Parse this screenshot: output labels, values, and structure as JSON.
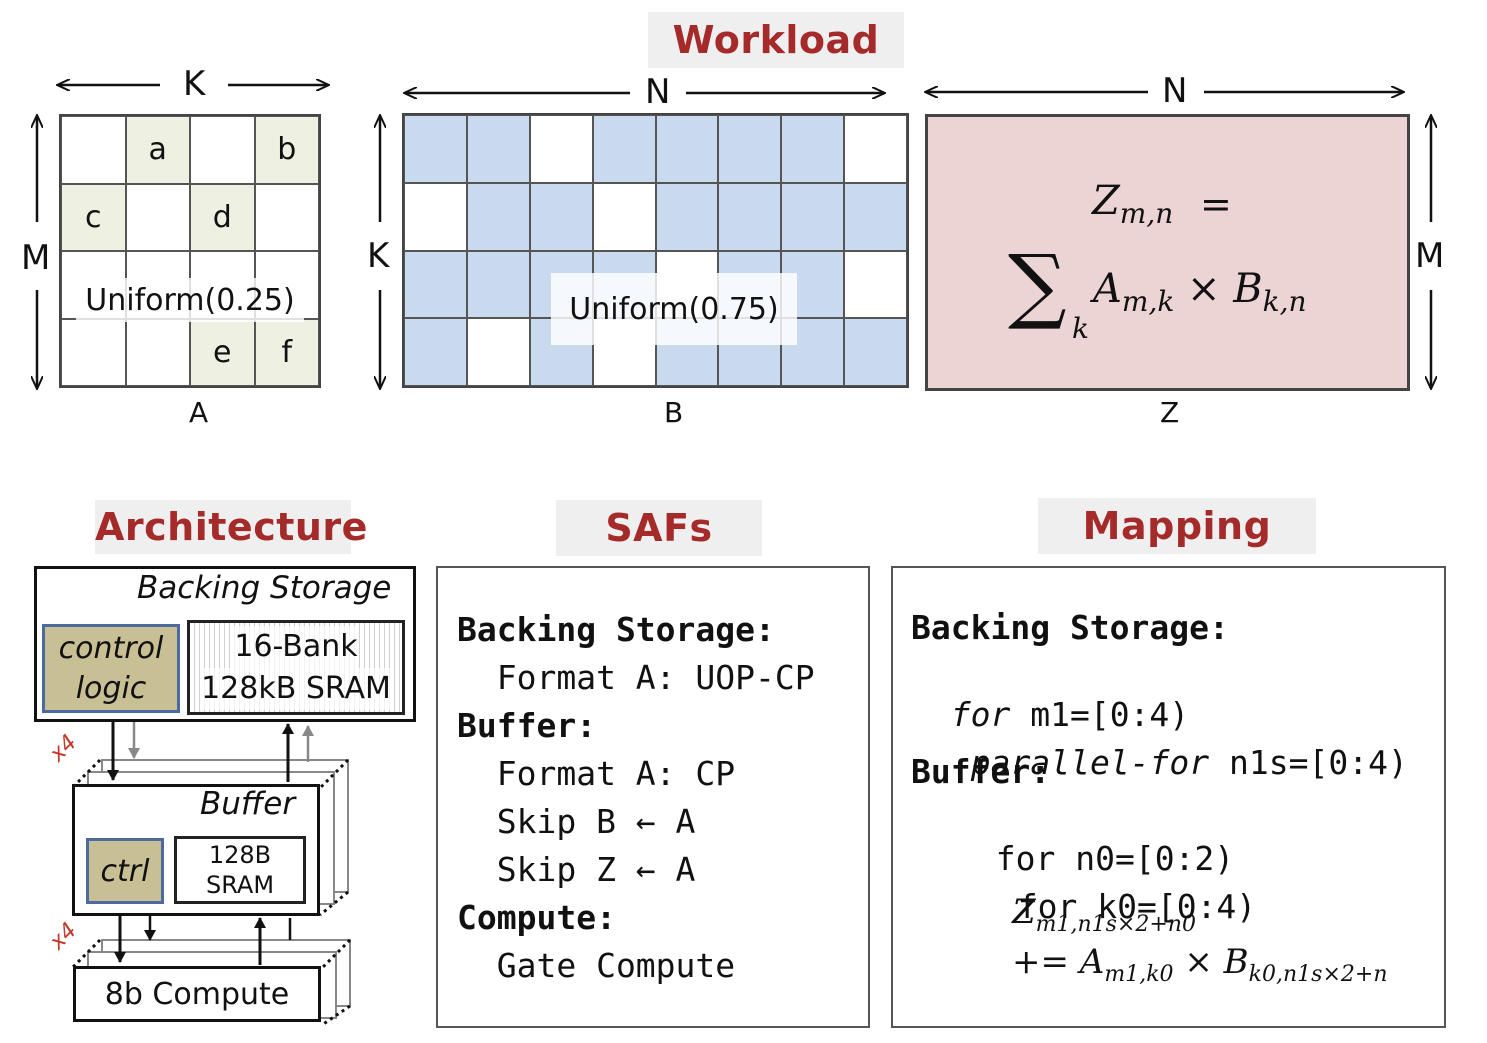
{
  "titles": {
    "workload": "Workload",
    "architecture": "Architecture",
    "safs": "SAFs",
    "mapping": "Mapping"
  },
  "matrix_a": {
    "name": "A",
    "width_dim": "K",
    "height_dim": "M",
    "distribution": "Uniform(0.25)",
    "cells": [
      "a",
      "b",
      "c",
      "d",
      "e",
      "f"
    ]
  },
  "matrix_b": {
    "name": "B",
    "width_dim": "N",
    "height_dim": "K",
    "distribution": "Uniform(0.75)"
  },
  "matrix_z": {
    "name": "Z",
    "width_dim": "N",
    "height_dim": "M",
    "equation_lhs": "Z",
    "equation_lhs_sub": "m,n",
    "equals": "=",
    "sum_symbol": "∑",
    "sum_sub": "k",
    "a_sym": "A",
    "a_sub": "m,k",
    "times": "×",
    "b_sym": "B",
    "b_sub": "k,n"
  },
  "architecture": {
    "backing_storage": "Backing Storage",
    "control_logic_1": "control",
    "control_logic_2": "logic",
    "sram_1": "16-Bank",
    "sram_2": "128kB SRAM",
    "buffer": "Buffer",
    "ctrl": "ctrl",
    "buf_sram_1": "128B",
    "buf_sram_2": "SRAM",
    "compute": "8b Compute",
    "replication": "x4"
  },
  "safs": {
    "lines": [
      "Backing Storage:",
      "  Format A: UOP-CP",
      "Buffer:",
      "  Format A: CP",
      "  Skip B ← A",
      "  Skip Z ← A",
      "Compute:",
      "  Gate Compute"
    ]
  },
  "mapping": {
    "l1": "Backing Storage:",
    "l2_kw": "for",
    "l2_rest": " m1=[0:4)",
    "l3_kw": "parallel-for",
    "l3_rest": " n1s=[0:4)",
    "l4": "Buffer:",
    "l5_kw": "for",
    "l5_rest": " n0=[0:2)",
    "l6_kw": "for",
    "l6_rest": " k0=[0:4)",
    "z_sym": "Z",
    "z_sub": "m1,n1s×2+n0",
    "op": "+=",
    "a_sym": "A",
    "a_sub": "m1,k0",
    "times": "×",
    "b_sym": "B",
    "b_sub": "k0,n1s×2+n"
  }
}
